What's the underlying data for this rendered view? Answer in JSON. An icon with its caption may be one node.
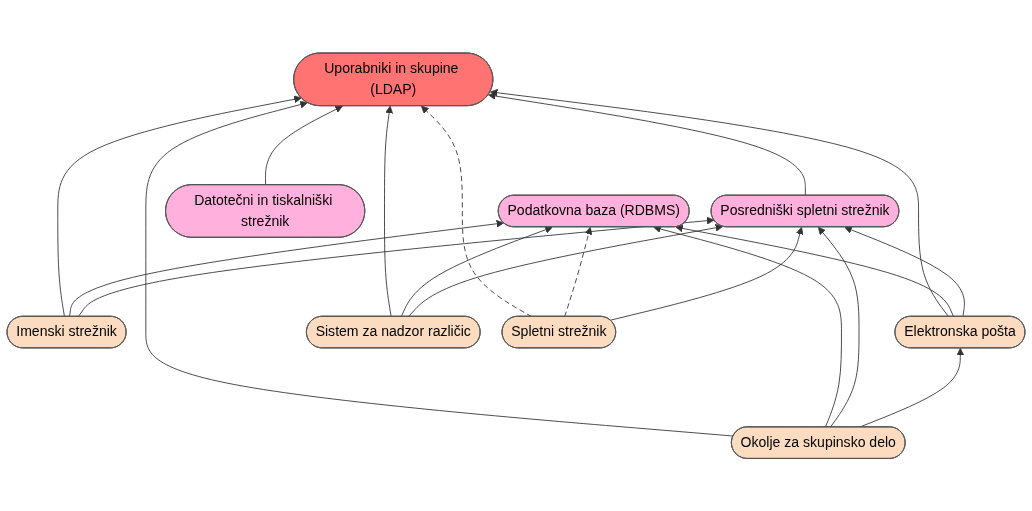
{
  "diagram": {
    "nodes": [
      {
        "text": [
          "Uporabniki in skupine (LDAP)"
        ]
      },
      {
        "text": [
          "Podatkovna baza (RDBMS)"
        ]
      },
      {
        "text": [
          "Posredniški spletni strežnik"
        ]
      },
      {
        "text": [
          "Datotečni in tiskalniški strežnik"
        ]
      },
      {
        "text": [
          "Imenski strežnik"
        ]
      },
      {
        "text": [
          "Elektronska pošta"
        ]
      },
      {
        "text": [
          "Sistem za nadzor različic"
        ]
      },
      {
        "text": [
          "Okolje za skupinsko delo"
        ]
      },
      {
        "text": [
          "Spletni strežnik"
        ]
      }
    ],
    "edges": [
      {
        "from": 4,
        "to": 0,
        "arrow": "to"
      },
      {
        "from": 5,
        "to": 0,
        "arrow": "to"
      },
      {
        "from": 6,
        "to": 0,
        "arrow": "to"
      },
      {
        "from": 2,
        "to": 0,
        "arrow": "to"
      },
      {
        "from": 7,
        "to": 0,
        "arrow": "to"
      },
      {
        "from": 3,
        "to": 0,
        "arrow": "to"
      },
      {
        "from": 8,
        "to": 0,
        "arrow": "to",
        "style": "dashed"
      },
      {
        "from": 4,
        "to": 1,
        "arrow": "to"
      },
      {
        "from": 5,
        "to": 1,
        "arrow": "to"
      },
      {
        "from": 6,
        "to": 1,
        "arrow": "to"
      },
      {
        "from": 7,
        "to": 1,
        "arrow": "to"
      },
      {
        "from": 8,
        "to": 1,
        "arrow": "to",
        "style": "dashed"
      },
      {
        "from": 4,
        "to": 2,
        "arrow": "to"
      },
      {
        "from": 5,
        "to": 2,
        "arrow": "to"
      },
      {
        "from": 6,
        "to": 2,
        "arrow": "to"
      },
      {
        "from": 7,
        "to": 2,
        "arrow": "to"
      },
      {
        "from": 8,
        "to": 2,
        "arrow": "to"
      },
      {
        "from": 7,
        "to": 5,
        "arrow": "to"
      }
    ]
  }
}
